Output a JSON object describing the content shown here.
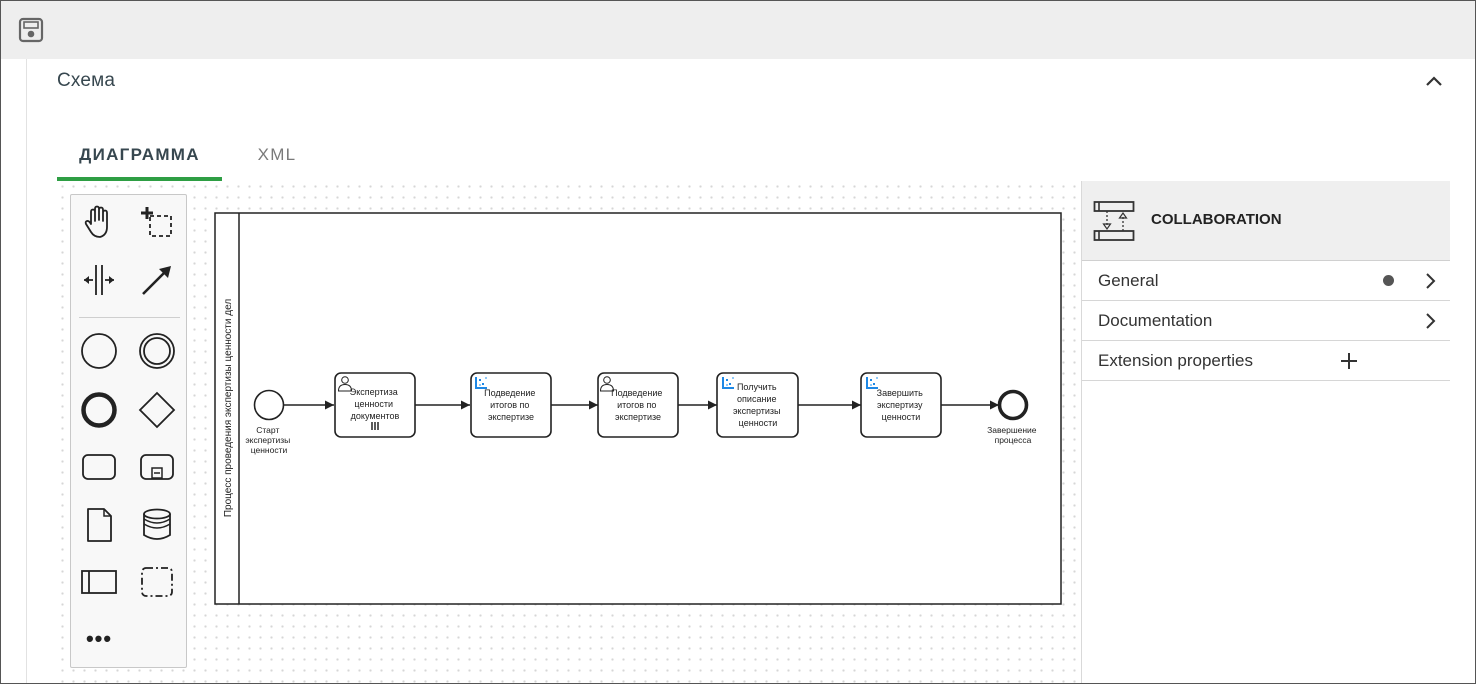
{
  "section": {
    "title": "Схема"
  },
  "tabs": [
    {
      "label": "ДИАГРАММА",
      "active": true
    },
    {
      "label": "XML",
      "active": false
    }
  ],
  "palette": {
    "tools": [
      "hand-tool",
      "lasso-tool",
      "space-tool",
      "global-connect-tool",
      "create-start-event",
      "create-intermediate-event",
      "create-end-event",
      "create-gateway",
      "create-task",
      "create-subprocess",
      "create-data-object",
      "create-data-store",
      "create-pool",
      "create-group",
      "more-tools"
    ],
    "more_label": "•••"
  },
  "diagram": {
    "pool_label": "Процесс проведения экспертизы ценности дел",
    "start_event": {
      "label_lines": [
        "Старт",
        "экспертизы",
        "ценности"
      ]
    },
    "tasks": [
      {
        "type": "user",
        "label_lines": [
          "Экспертиза",
          "ценности",
          "документов"
        ],
        "multi_instance": true
      },
      {
        "type": "service",
        "label_lines": [
          "Подведение",
          "итогов по",
          "экспертизе"
        ],
        "multi_instance": false
      },
      {
        "type": "user",
        "label_lines": [
          "Подведение",
          "итогов по",
          "экспертизе"
        ],
        "multi_instance": false
      },
      {
        "type": "service",
        "label_lines": [
          "Получить",
          "описание",
          "экспертизы",
          "ценности"
        ],
        "multi_instance": false
      },
      {
        "type": "service",
        "label_lines": [
          "Завершить",
          "экспертизу",
          "ценности"
        ],
        "multi_instance": false
      }
    ],
    "end_event": {
      "label_lines": [
        "Завершение",
        "процесса"
      ]
    },
    "colors": {
      "stroke": "#222222",
      "service_icon_blue": "#1e88e5",
      "service_icon_light": "#90caf9"
    }
  },
  "properties": {
    "header_label": "COLLABORATION",
    "rows": [
      {
        "label": "General",
        "has_dot": true,
        "action": "chevron"
      },
      {
        "label": "Documentation",
        "has_dot": false,
        "action": "chevron"
      },
      {
        "label": "Extension properties",
        "has_dot": false,
        "action": "plus"
      }
    ]
  },
  "colors": {
    "accent": "#2e9e44",
    "topbar": "#eeeeee",
    "text": "#37474f"
  }
}
